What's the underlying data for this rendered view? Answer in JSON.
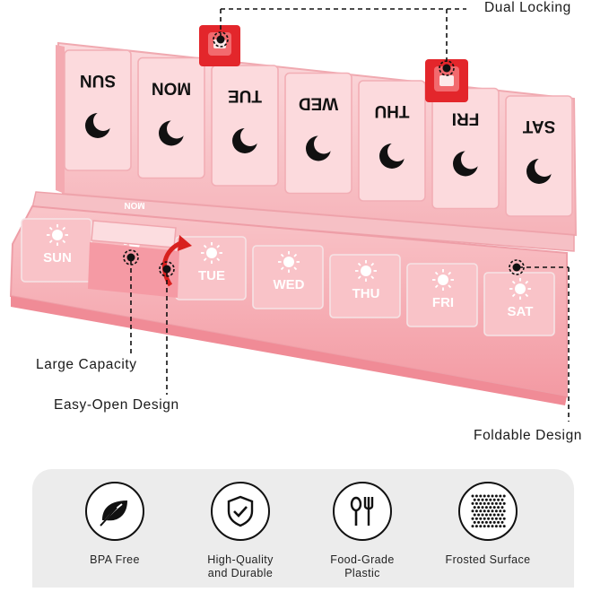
{
  "callouts": {
    "dual_locking": "Dual Locking",
    "large_capacity": "Large Capacity",
    "easy_open": "Easy-Open Design",
    "foldable": "Foldable Design"
  },
  "lid_days": [
    "SUN",
    "MON",
    "TUE",
    "WED",
    "THU",
    "FRI",
    "SAT"
  ],
  "tray_days": [
    "SUN",
    "MON",
    "TUE",
    "WED",
    "THU",
    "FRI",
    "SAT"
  ],
  "features": [
    {
      "label": "BPA Free",
      "icon": "leaf-icon"
    },
    {
      "label": "High-Quality\nand Durable",
      "icon": "shield-check-icon"
    },
    {
      "label": "Food-Grade\nPlastic",
      "icon": "spoon-fork-icon"
    },
    {
      "label": "Frosted Surface",
      "icon": "dot-pattern-icon"
    }
  ],
  "colors": {
    "case_pink": "#f7b6bb",
    "case_light": "#fbd3d6",
    "latch_red": "#e3262b",
    "arrow_red": "#d8201e",
    "panel_gray": "#ececec"
  }
}
